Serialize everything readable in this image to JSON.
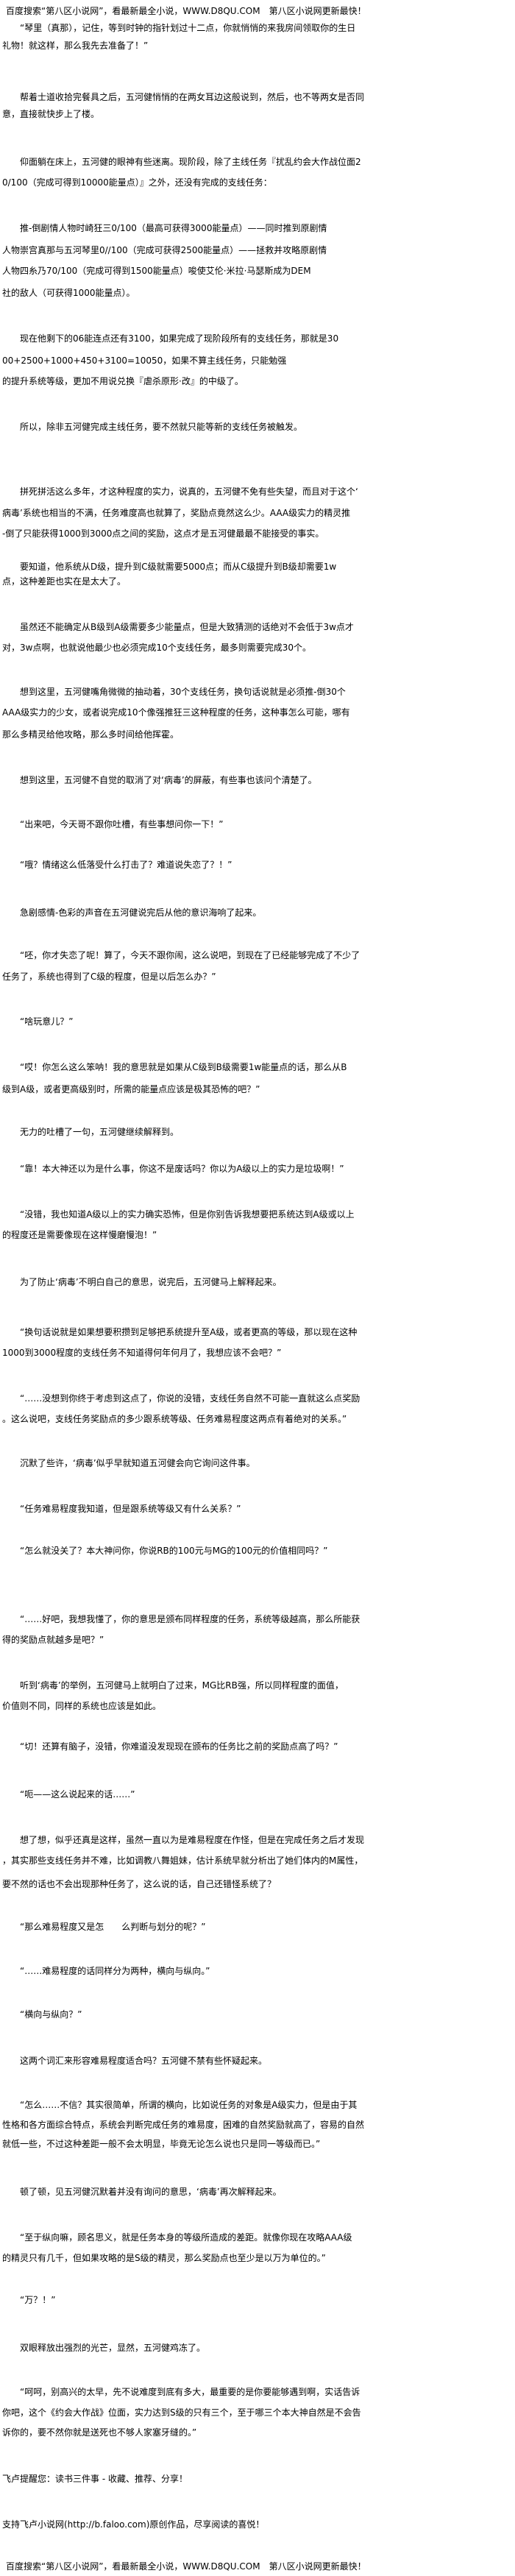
{
  "site_banner": "百度搜索“第八区小说网”，看最新最全小说，WWW.D8QU.COM　第八区小说网更新最快！",
  "paragraphs": [
    [
      "“琴里（真那），记住，等到时钟的指针划过十二点，你就悄悄的来我房间领取你的生日",
      "礼物！就这样，那么我先去准备了！”"
    ],
    [
      "帮着士道收拾完餐具之后，五河健悄悄的在两女耳边这般说到，然后，也不等两女是否同",
      "意，直接就快步上了楼。"
    ],
    [
      "仰面躺在床上，五河健的眼神有些迷离。现阶段，除了主线任务『扰乱约会大作战位面2",
      "0/100（完成可得到10000能量点）』之外，还没有完成的支线任务："
    ],
    [
      "推-倒剧情人物时崎狂三0/100（最高可获得3000能量点）——同时推到原剧情",
      "人物崇宫真那与五河琴里0//100（完成可获得2500能量点）——拯救并攻略原剧情",
      "人物四糸乃70/100（完成可得到1500能量点）唆使艾伦·米拉·马瑟斯成为DEM",
      "社的敌人（可获得1000能量点）。"
    ],
    [
      "现在他剩下的06能连点还有3100，如果完成了现阶段所有的支线任务，那就是30",
      "00+2500+1000+450+3100=10050，如果不算主线任务，只能勉强",
      "的提升系统等级，更加不用说兑换『虐杀原形·改』的中级了。"
    ],
    [
      "所以，除非五河健完成主线任务，要不然就只能等新的支线任务被触发。"
    ],
    [
      "拼死拼活这么多年，才这种程度的实力，说真的，五河健不免有些失望，而且对于这个‘",
      "病毒’系统也相当的不满，任务难度高也就算了，奖励点竟然这么少。AAA级实力的精灵推",
      "-倒了只能获得1000到3000点之间的奖励，这点才是五河健最最不能接受的事实。"
    ],
    [
      "要知道，他系统从D级，提升到C级就需要5000点；而从C级提升到B级却需要1w",
      "点，这种差距也实在是太大了。"
    ],
    [
      "虽然还不能确定从B级到A级需要多少能量点，但是大致猜测的话绝对不会低于3w点才",
      "对，3w点啊，也就说他最少也必须完成10个支线任务，最多则需要完成30个。"
    ],
    [
      "想到这里，五河健嘴角微微的抽动着，30个支线任务，换句话说就是必须推-倒30个",
      "AAA级实力的少女，或者说完成10个像强推狂三这种程度的任务，这种事怎么可能，哪有",
      "那么多精灵给他攻略，那么多时间给他挥霍。"
    ],
    [
      "想到这里，五河健不自觉的取消了对‘病毒’的屏蔽，有些事也该问个清楚了。"
    ],
    [
      "“出来吧，今天哥不跟你吐槽，有些事想问你一下！”"
    ],
    [
      "“哦？情绪这么低落受什么打击了？难道说失恋了？！”"
    ],
    [
      "急剧感情-色彩的声音在五河健说完后从他的意识海响了起来。"
    ],
    [
      "“呸，你才失恋了呢！算了，今天不跟你闹，这么说吧，到现在了已经能够完成了不少了",
      "任务了，系统也得到了C级的程度，但是以后怎么办？”"
    ],
    [
      "“啥玩意儿？”"
    ],
    [
      "“哎！你怎么这么笨呐！我的意思就是如果从C级到B级需要1w能量点的话，那么从B",
      "级到A级，或者更高级别时，所需的能量点应该是极其恐怖的吧？”"
    ],
    [
      "无力的吐槽了一句，五河健继续解释到。"
    ],
    [
      "“靠！本大神还以为是什么事，你这不是废话吗？你以为A级以上的实力是垃圾啊！”"
    ],
    [
      "“没错，我也知道A级以上的实力确实恐怖，但是你别告诉我想要把系统达到A级或以上",
      "的程度还是需要像现在这样慢磨慢泡！”"
    ],
    [
      "为了防止‘病毒’不明白自己的意思，说完后，五河健马上解释起来。"
    ],
    [
      "“换句话说就是如果想要积攒到足够把系统提升至A级，或者更高的等级，那以现在这种",
      "1000到3000程度的支线任务不知道得何年何月了，我想应该不会吧？”"
    ],
    [
      "“……没想到你终于考虑到这点了，你说的没错，支线任务自然不可能一直就这么点奖励",
      "。这么说吧，支线任务奖励点的多少跟系统等级、任务难易程度这两点有着绝对的关系。”"
    ],
    [
      "沉默了些许，‘病毒’似乎早就知道五河健会向它询问这件事。"
    ],
    [
      "“任务难易程度我知道，但是跟系统等级又有什么关系？”"
    ],
    [
      "“怎么就没关了？本大神问你，你说RB的100元与MG的100元的价值相同吗？”"
    ],
    [
      "“……好吧，我想我懂了，你的意思是颁布同样程度的任务，系统等级越高，那么所能获",
      "得的奖励点就越多是吧？”"
    ],
    [
      "听到‘病毒’的举例，五河健马上就明白了过来，MG比RB强，所以同样程度的面值，",
      "价值则不同，同样的系统也应该是如此。"
    ],
    [
      "“切！还算有脑子，没错，你难道没发现现在颁布的任务比之前的奖励点高了吗？”"
    ],
    [
      "“呃——这么说起来的话……”"
    ],
    [
      "想了想，似乎还真是这样，虽然一直以为是难易程度在作怪，但是在完成任务之后才发现",
      "，其实那些支线任务并不难，比如调教八舞姐妹，估计系统早就分析出了她们体内的M属性，",
      "要不然的话也不会出现那种任务了，这么说的话，自己还错怪系统了？"
    ],
    [
      "“那么难易程度又是怎　　么判断与划分的呢？”"
    ],
    [
      "“……难易程度的话同样分为两种，横向与纵向。”"
    ],
    [
      "“横向与纵向？”"
    ],
    [
      "这两个词汇来形容难易程度适合吗？五河健不禁有些怀疑起来。"
    ],
    [
      "“怎么……不信？其实很简单，所谓的横向，比如说任务的对象是A级实力，但是由于其",
      "性格和各方面综合特点，系统会判断完成任务的难易度，困难的自然奖励就高了，容易的自然",
      "就低一些，不过这种差距一般不会太明显，毕竟无论怎么说也只是同一等级而已。”"
    ],
    [
      "顿了顿，见五河健沉默着并没有询问的意思，‘病毒’再次解释起来。"
    ],
    [
      "“至于纵向嘛，顾名思义，就是任务本身的等级所造成的差距。就像你现在攻略AAA级",
      "的精灵只有几千，但如果攻略的是S级的精灵，那么奖励点也至少是以万为单位的。”"
    ],
    [
      "“万？！”"
    ],
    [
      "双眼释放出强烈的光芒，显然，五河健鸡冻了。"
    ],
    [
      "“呵呵，别高兴的太早，先不说难度到底有多大，最重要的是你要能够遇到啊，实话告诉",
      "你吧，这个《约会大作战》位面，实力达到S级的只有三个，至于哪三个本大神自然是不会告",
      "诉你的，要不然你就是送死也不够人家塞牙缝的。”"
    ]
  ],
  "footer": {
    "reminder": "飞卢提醒您：读书三件事 - 收藏、推荐、分享！",
    "support": "支持飞卢小说网(http://b.faloo.com)原创作品，尽享阅读的喜悦！"
  }
}
